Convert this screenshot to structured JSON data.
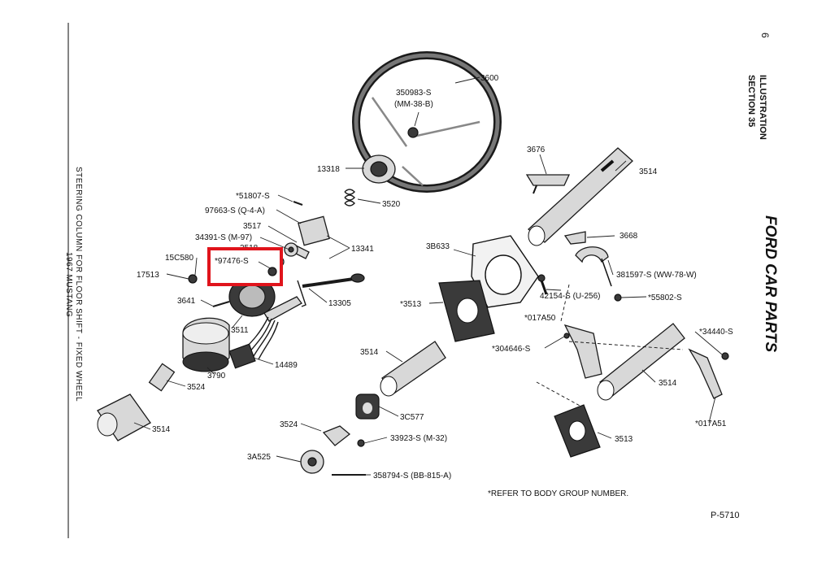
{
  "header": {
    "page_number": "6",
    "illustration": "ILLUSTRATION",
    "section": "SECTION 35",
    "brand": "FORD CAR PARTS"
  },
  "side_caption": {
    "title": "STEERING COLUMN FOR FLOOR SHIFT - FIXED WHEEL",
    "subtitle": "1967 MUSTANG"
  },
  "highlight": {
    "part": "*97476-S",
    "color": "#e0141c"
  },
  "parts": {
    "p3600": "3600",
    "p350983": "350983-S",
    "p350983_code": "(MM-38-B)",
    "p13318": "13318",
    "p3520": "3520",
    "p51807": "*51807-S",
    "p97663": "97663-S (Q-4-A)",
    "p3517": "3517",
    "p34391": "34391-S (M-97)",
    "p3518": "3518",
    "p13341": "13341",
    "p15C580": "15C580",
    "p97476": "*97476-S",
    "p17513": "17513",
    "p13305": "13305",
    "p3641": "3641",
    "p3511": "3511",
    "p14489": "14489",
    "p3790": "3790",
    "p3524a": "3524",
    "p3514a": "3514",
    "p3676": "3676",
    "p3514b": "3514",
    "p3668": "3668",
    "p3B633": "3B633",
    "p381597": "381597-S (WW-78-W)",
    "p42154": "42154-S (U-256)",
    "p55802": "*55802-S",
    "p3513a": "*3513",
    "p017A50": "*017A50",
    "p34440": "*34440-S",
    "p304646": "*304646-S",
    "p3514c": "3514",
    "p3514d": "3514",
    "p3C577": "3C577",
    "p017A51": "*017A51",
    "p3524b": "3524",
    "p33923": "33923-S (M-32)",
    "p3513b": "3513",
    "p3A525": "3A525",
    "p358794": "358794-S (BB-815-A)"
  },
  "footnote": "*REFER TO BODY GROUP NUMBER.",
  "figure_number": "P-5710"
}
